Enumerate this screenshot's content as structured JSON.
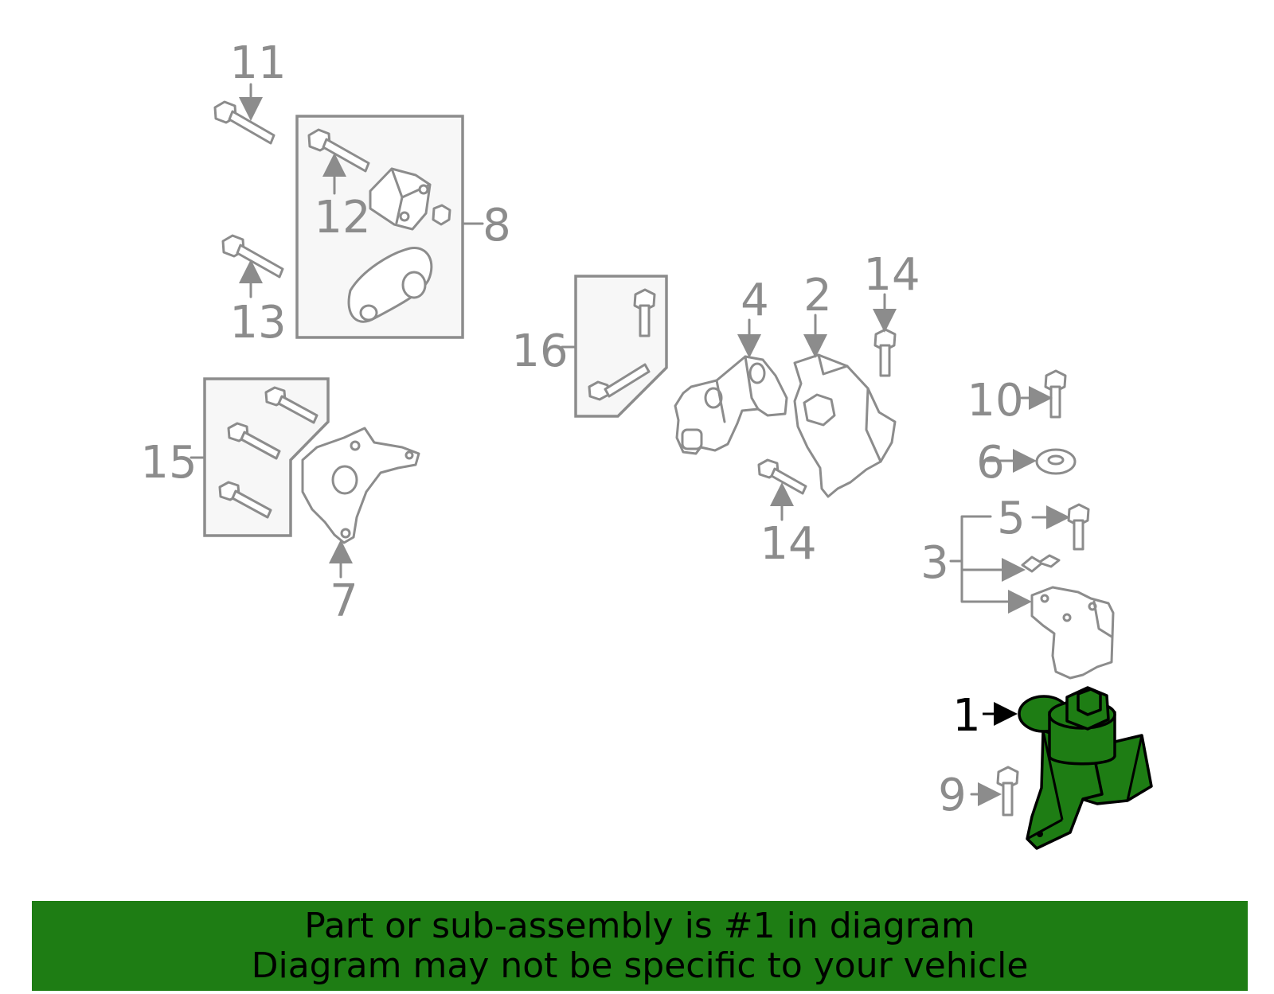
{
  "diagram": {
    "callouts": {
      "c1": "1",
      "c2": "2",
      "c3": "3",
      "c4": "4",
      "c5": "5",
      "c6": "6",
      "c7": "7",
      "c8": "8",
      "c9": "9",
      "c10": "10",
      "c11": "11",
      "c12": "12",
      "c13": "13",
      "c14a": "14",
      "c14b": "14",
      "c15": "15",
      "c16": "16"
    },
    "highlighted_part": "1"
  },
  "banner": {
    "line1": "Part or sub-assembly is #1 in diagram",
    "line2": "Diagram may not be specific to your vehicle"
  },
  "colors": {
    "highlight": "#1e7d14",
    "lines": "#8c8c8c",
    "banner_bg": "#1e7d14"
  }
}
